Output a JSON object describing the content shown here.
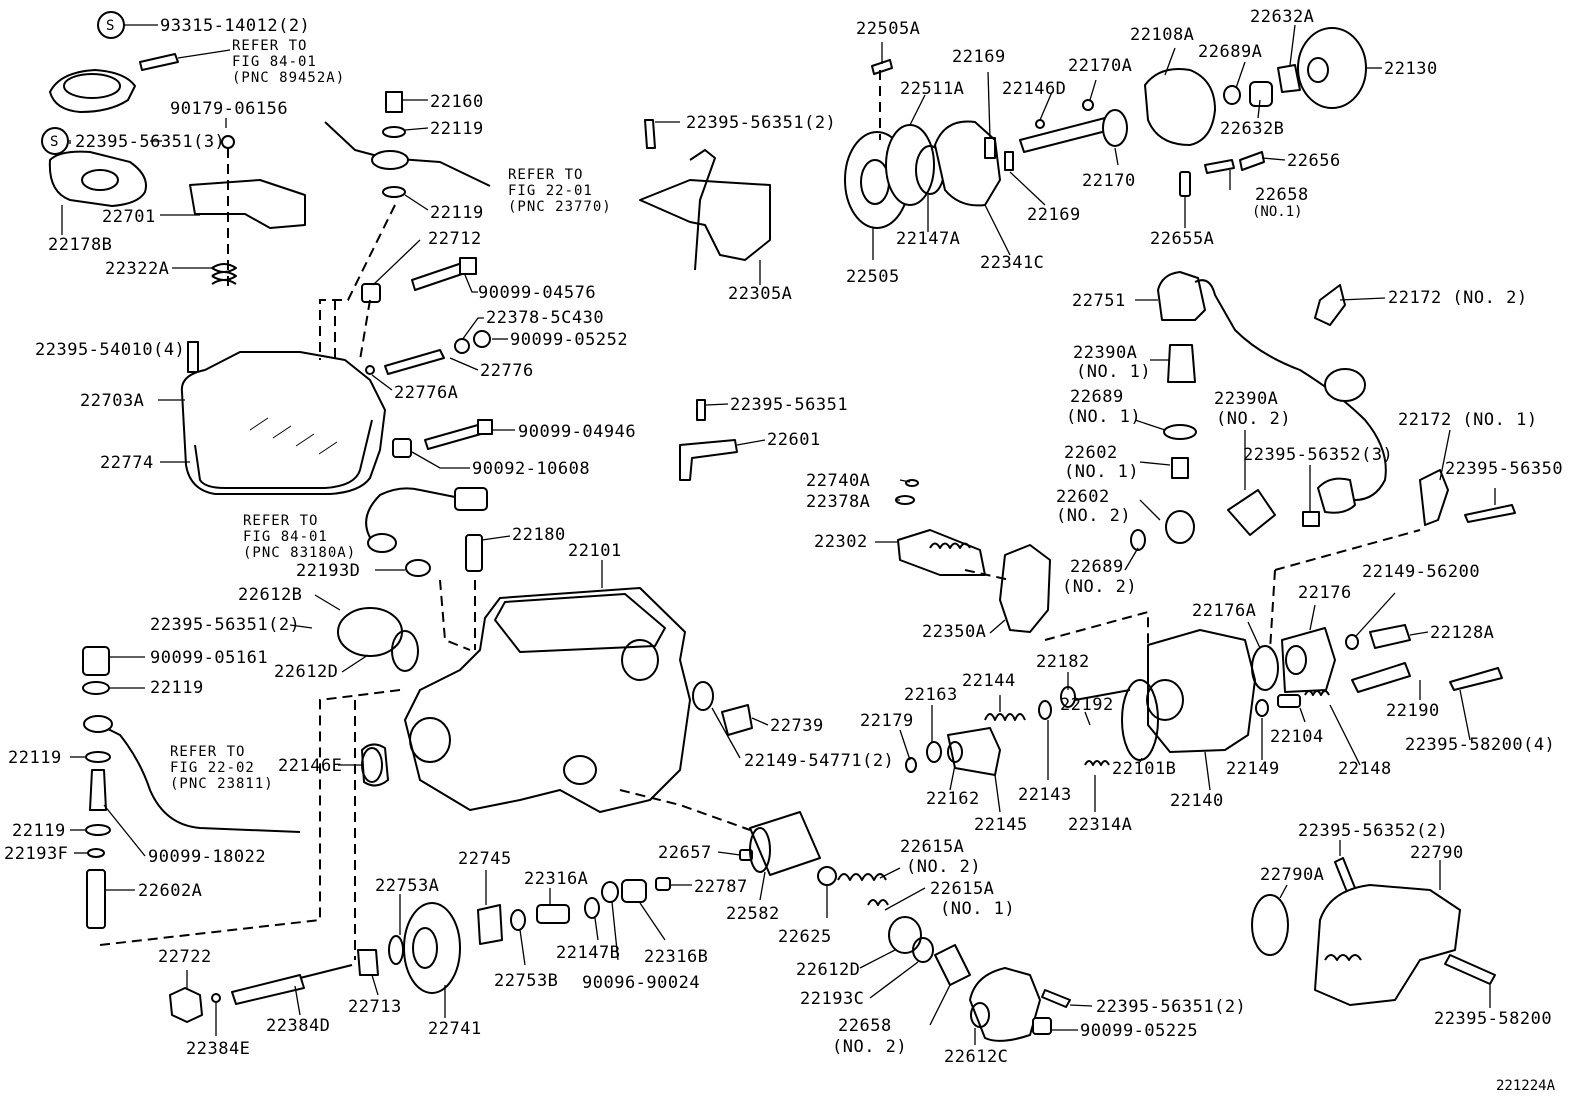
{
  "diagram_id": "221224A",
  "callouts": {
    "p93315_14012": "93315-14012(2)",
    "refer_fig8401_top": "REFER TO",
    "refer_fig8401_top_fig": "FIG 84-01",
    "refer_fig8401_top_pnc": "(PNC 89452A)",
    "p90179_06156": "90179-06156",
    "p22395_56351_3": "22395-56351(3)",
    "s_mark_1": "S",
    "s_mark_2": "S",
    "p22160": "22160",
    "p22119_a": "22119",
    "p22119_b": "22119",
    "refer_fig2201": "REFER TO",
    "refer_fig2201_fig": "FIG 22-01",
    "refer_fig2201_pnc": "(PNC 23770)",
    "p22701": "22701",
    "p22178B": "22178B",
    "p22712": "22712",
    "p22322A": "22322A",
    "p90099_04576": "90099-04576",
    "p22378_5C430": "22378-5C430",
    "p90099_05252": "90099-05252",
    "p22395_54010_4": "22395-54010(4)",
    "p22776": "22776",
    "p22776A": "22776A",
    "p22703A": "22703A",
    "p90099_04946": "90099-04946",
    "p22774": "22774",
    "p90092_10608": "90092-10608",
    "refer_fig8401_mid": "REFER TO",
    "refer_fig8401_mid_fig": "FIG 84-01",
    "refer_fig8401_mid_pnc": "(PNC 83180A)",
    "p22180": "22180",
    "p22101": "22101",
    "p22193D": "22193D",
    "p22612B": "22612B",
    "p22395_56351_2a": "22395-56351(2)",
    "p22612D_a": "22612D",
    "p90099_05161": "90099-05161",
    "p22119_c": "22119",
    "p22119_d": "22119",
    "refer_fig2202": "REFER TO",
    "refer_fig2202_fig": "FIG 22-02",
    "refer_fig2202_pnc": "(PNC 23811)",
    "p22146E": "22146E",
    "p22119_e": "22119",
    "p22193F": "22193F",
    "p90099_18022": "90099-18022",
    "p22602A": "22602A",
    "p22722": "22722",
    "p22384E": "22384E",
    "p22384D": "22384D",
    "p22713": "22713",
    "p22753A": "22753A",
    "p22741": "22741",
    "p22745": "22745",
    "p22753B": "22753B",
    "p22316A": "22316A",
    "p22147B": "22147B",
    "p90096_90024": "90096-90024",
    "p22316B": "22316B",
    "p22787": "22787",
    "p22657": "22657",
    "p22582": "22582",
    "p22625": "22625",
    "p22739": "22739",
    "p22149_54771_2": "22149-54771(2)",
    "p22395_56351_2b": "22395-56351(2)",
    "p22305A": "22305A",
    "p22395_56351": "22395-56351",
    "p22601": "22601",
    "p22505A": "22505A",
    "p22511A": "22511A",
    "p22169_a": "22169",
    "p22146D": "22146D",
    "p22170A": "22170A",
    "p22108A": "22108A",
    "p22689A": "22689A",
    "p22632A": "22632A",
    "p22130": "22130",
    "p22632B": "22632B",
    "p22170": "22170",
    "p22169_b": "22169",
    "p22656": "22656",
    "p22658_no1": "22658",
    "p22658_no1_sub": "(NO.1)",
    "p22655A": "22655A",
    "p22505": "22505",
    "p22147A": "22147A",
    "p22341C": "22341C",
    "p22751": "22751",
    "p22172_no2": "22172 (NO. 2)",
    "p22390A_no1": "22390A",
    "p22390A_no1_sub": "(NO. 1)",
    "p22689_no1": "22689",
    "p22689_no1_sub": "(NO. 1)",
    "p22390A_no2": "22390A",
    "p22390A_no2_sub": "(NO. 2)",
    "p22172_no1": "22172 (NO. 1)",
    "p22602_no1": "22602",
    "p22602_no1_sub": "(NO. 1)",
    "p22395_56352_3": "22395-56352(3)",
    "p22395_56350": "22395-56350",
    "p22740A": "22740A",
    "p22378A": "22378A",
    "p22302": "22302",
    "p22602_no2": "22602",
    "p22602_no2_sub": "(NO. 2)",
    "p22689_no2": "22689",
    "p22689_no2_sub": "(NO. 2)",
    "p22350A": "22350A",
    "p22149_56200": "22149-56200",
    "p22176A": "22176A",
    "p22176": "22176",
    "p22128A": "22128A",
    "p22182": "22182",
    "p22144": "22144",
    "p22163": "22163",
    "p22179": "22179",
    "p22192": "22192",
    "p22190": "22190",
    "p22104": "22104",
    "p22395_58200_4": "22395-58200(4)",
    "p22143": "22143",
    "p22101B": "22101B",
    "p22149": "22149",
    "p22148": "22148",
    "p22162": "22162",
    "p22145": "22145",
    "p22314A": "22314A",
    "p22140": "22140",
    "p22615A_no2": "22615A",
    "p22615A_no2_sub": "(NO. 2)",
    "p22615A_no1": "22615A",
    "p22615A_no1_sub": "(NO. 1)",
    "p22612D_b": "22612D",
    "p22193C": "22193C",
    "p22658_no2": "22658",
    "p22658_no2_sub": "(NO. 2)",
    "p22612C": "22612C",
    "p90099_05225": "90099-05225",
    "p22395_56352_2": "22395-56352(2)",
    "p22790": "22790",
    "p22790A": "22790A",
    "p22395_58200": "22395-58200"
  }
}
